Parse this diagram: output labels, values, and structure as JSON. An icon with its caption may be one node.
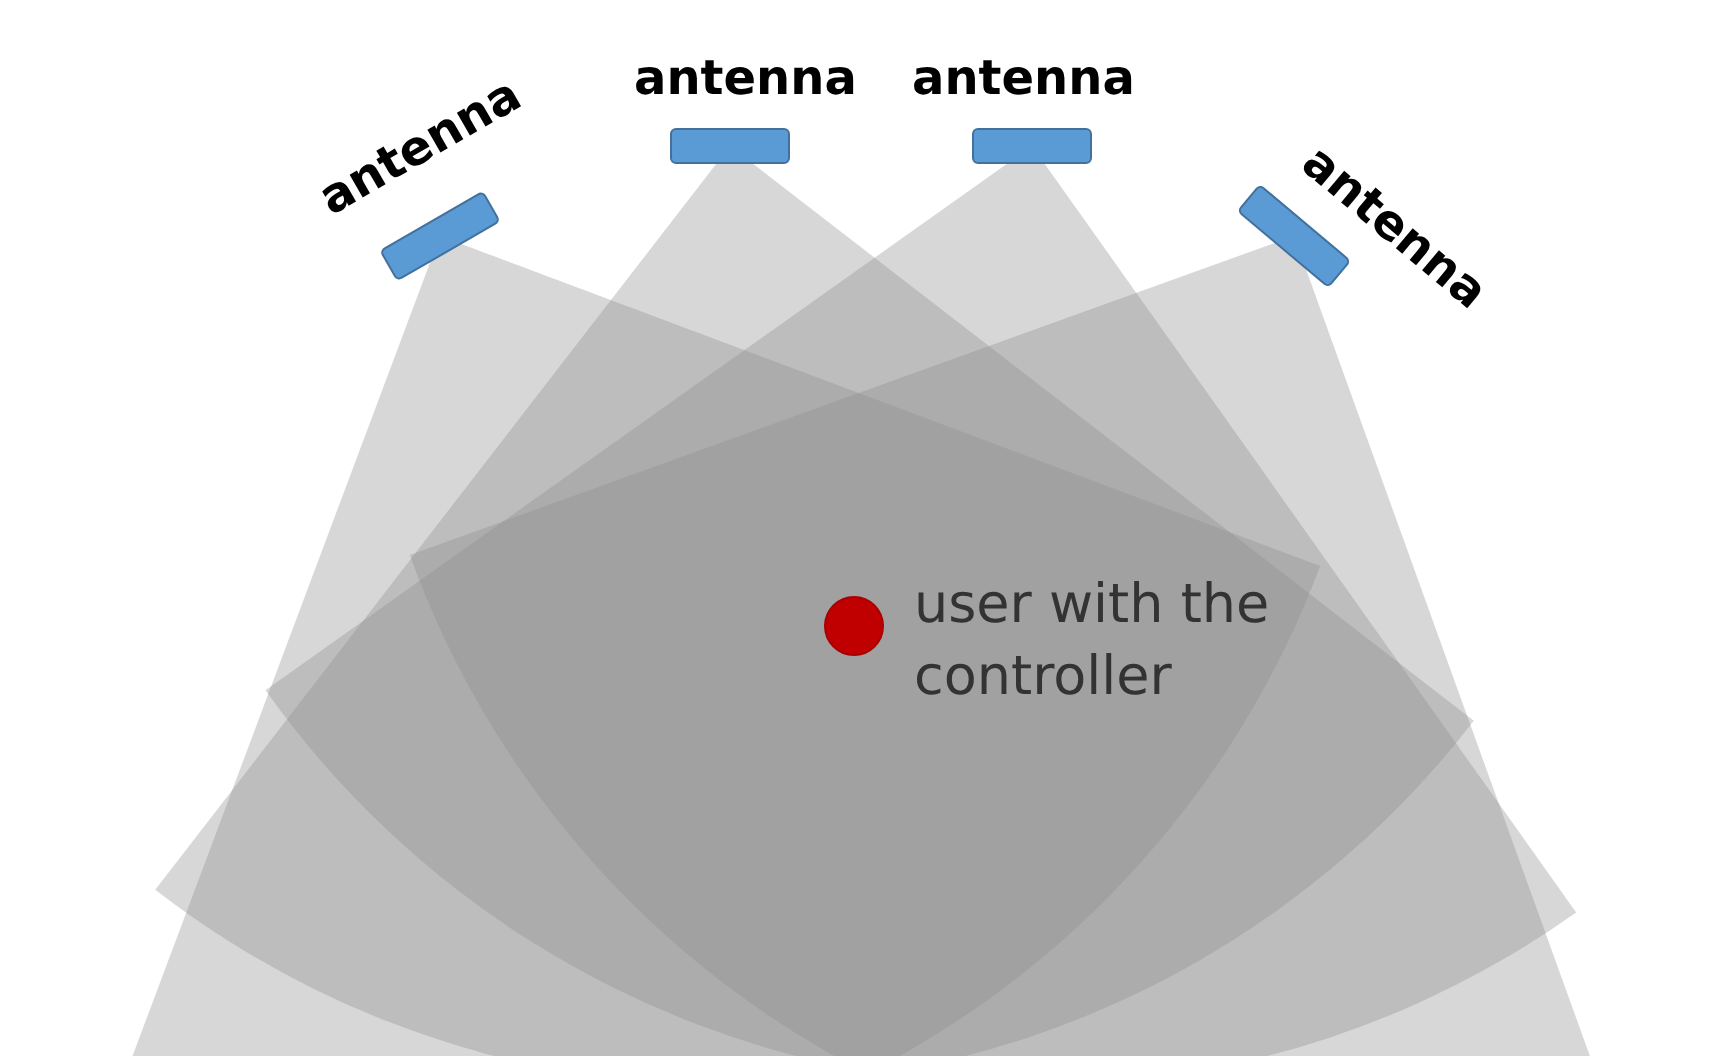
{
  "diagram": {
    "nodes": [
      {
        "text": [
          "antenna"
        ]
      },
      {
        "text": [
          "antenna"
        ]
      },
      {
        "text": [
          "antenna"
        ]
      },
      {
        "text": [
          "antenna"
        ]
      },
      {
        "text": [
          "user with the controller"
        ]
      }
    ]
  }
}
